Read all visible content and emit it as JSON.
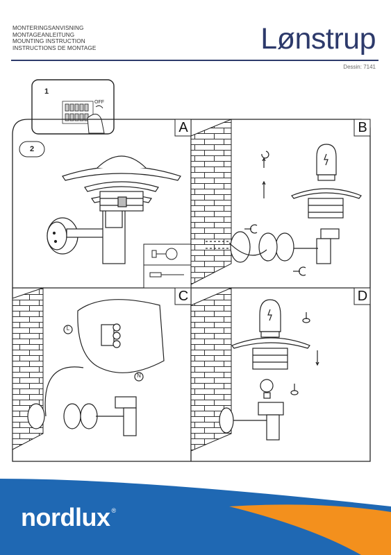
{
  "header": {
    "lines": [
      "MONTERINGSANVISNING",
      "MONTAGEANLEITUNG",
      "MOUNTING INSTRUCTION",
      "INSTRUCTIONS DE MONTAGE"
    ],
    "product_name": "Lønstrup",
    "dessin": "Dessin: 7141"
  },
  "steps": {
    "step1": "1",
    "step1_off": "OFF",
    "step2": "2"
  },
  "panels": {
    "a": "A",
    "b": "B",
    "c": "C",
    "d": "D"
  },
  "wiring": {
    "live": "L",
    "neutral": "N"
  },
  "footer": {
    "brand": "nordlux",
    "registered": "®"
  },
  "colors": {
    "brand_blue": "#2d3a6b",
    "footer_blue": "#1f68b3",
    "footer_orange": "#f3901d"
  }
}
